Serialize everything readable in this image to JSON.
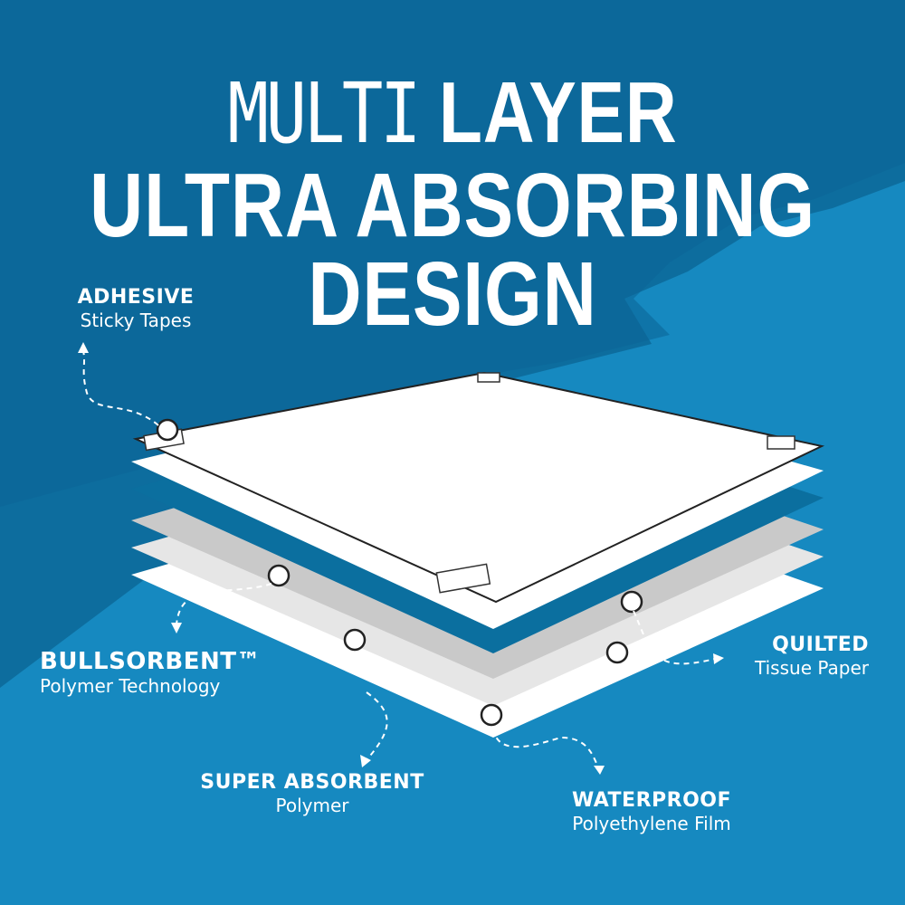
{
  "title": {
    "line1_script": "MULTI",
    "line1_bold": "LAYER",
    "line2": "ULTRA ABSORBING",
    "line3": "DESIGN"
  },
  "labels": [
    {
      "heading": "ADHESIVE",
      "sub": "Sticky Tapes"
    },
    {
      "heading": "BULLSORBENT™",
      "sub": "Polymer Technology"
    },
    {
      "heading": "SUPER ABSORBENT",
      "sub": "Polymer"
    },
    {
      "heading": "WATERPROOF",
      "sub": "Polyethylene Film"
    },
    {
      "heading": "QUILTED",
      "sub": "Tissue Paper"
    }
  ],
  "colors": {
    "background": "#0d6d9e",
    "background_light": "#1689c0",
    "layer_white": "#ffffff",
    "layer_grey": "#c9c9c9",
    "layer_light_grey": "#e6e6e6"
  }
}
